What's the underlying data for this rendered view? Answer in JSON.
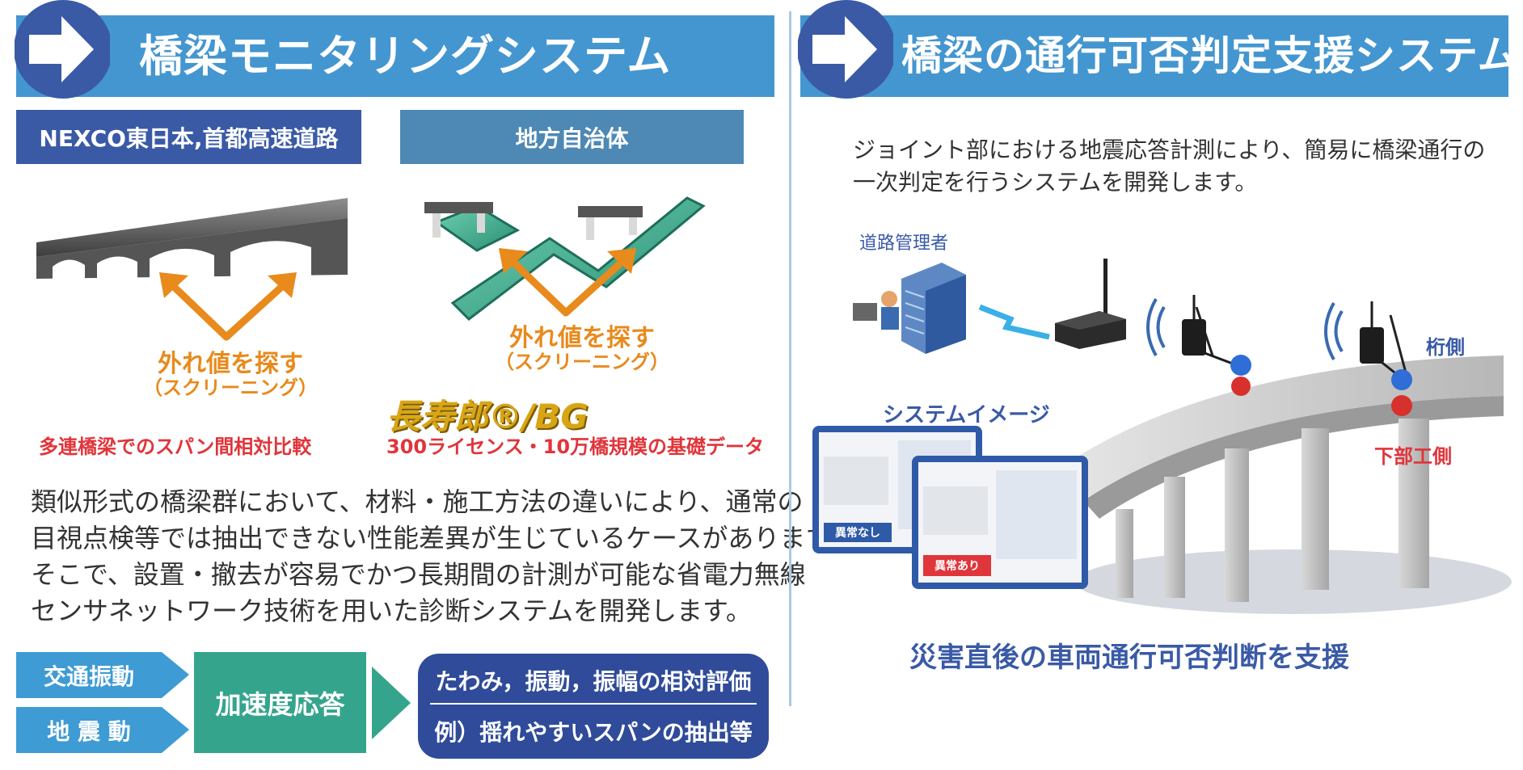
{
  "left": {
    "title": "橋梁モニタリングシステム",
    "tag_nexco": "NEXCO東日本,首都高速道路",
    "tag_local": "地方自治体",
    "outlier_main_1": "外れ値を探す",
    "outlier_sub_1": "（スクリーニング）",
    "outlier_main_2": "外れ値を探す",
    "outlier_sub_2": "（スクリーニング）",
    "logo_text": "長寿郎®/BG",
    "caption_1": "多連橋梁でのスパン間相対比較",
    "caption_2": "300ライセンス・10万橋規模の基礎データ",
    "body_lines": [
      "類似形式の橋梁群において、材料・施工方法の違いにより、通常の",
      "目視点検等では抽出できない性能差異が生じているケースがあります。",
      "そこで、設置・撤去が容易でかつ長期間の計測が可能な省電力無線",
      "センサネットワーク技術を用いた診断システムを開発します。"
    ],
    "flow": {
      "input_1": "交通振動",
      "input_2": "地 震 動",
      "middle": "加速度応答",
      "result_1": "たわみ，振動，振幅の相対評価",
      "result_2": "例）揺れやすいスパンの抽出等"
    }
  },
  "right": {
    "title": "橋梁の通行可否判定支援システム",
    "intro_lines": [
      "ジョイント部における地震応答計測により、簡易に橋梁通行の",
      "一次判定を行うシステムを開発します。"
    ],
    "road_manager": "道路管理者",
    "system_image": "システムイメージ",
    "girder_side": "桁側",
    "substructure_side": "下部工側",
    "screen_ok": "異常なし",
    "screen_ng": "異常あり",
    "footer": "災害直後の車両通行可否判断を支援"
  },
  "colors": {
    "banner_blue": "#4496d0",
    "dark_blue": "#3a5aa6",
    "steel_blue": "#4e88b4",
    "orange": "#e88a1c",
    "red": "#e0353a",
    "flow_light_blue": "#3e9bd4",
    "flow_teal": "#34a58c",
    "flow_navy": "#2f4b9a"
  }
}
